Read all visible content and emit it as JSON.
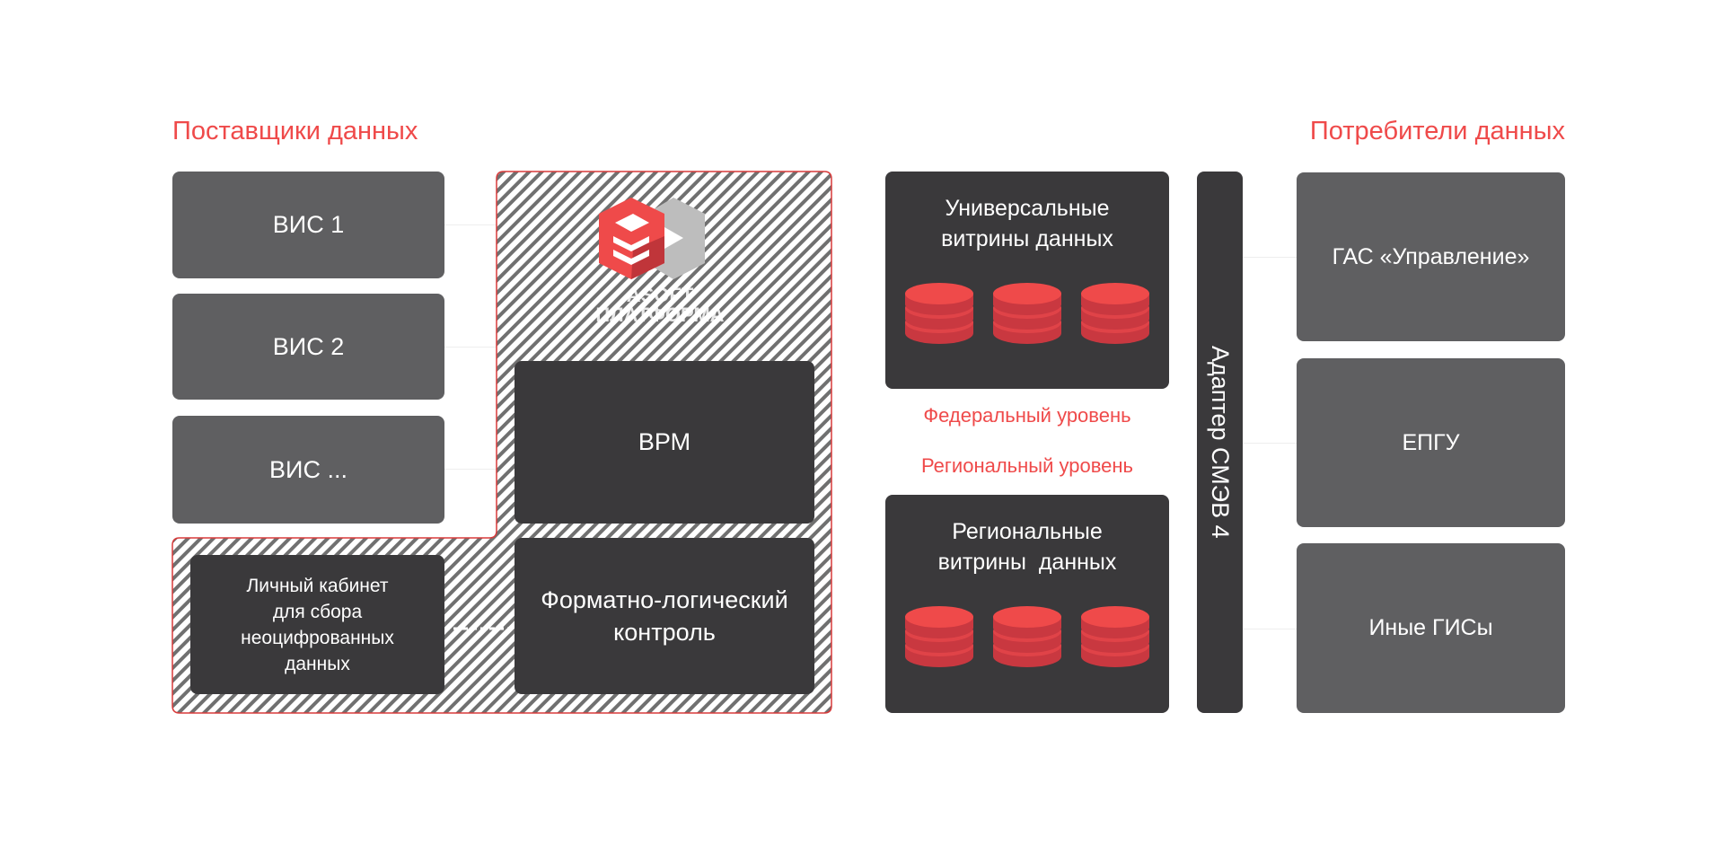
{
  "providers": {
    "title": "Поставщики данных",
    "items": [
      "ВИС 1",
      "ВИС 2",
      "ВИС ..."
    ]
  },
  "platform": {
    "logo_text": [
      "ASOFT",
      "ПЛАТФОРМА"
    ],
    "arm": "ВРМ",
    "flk": [
      "Форматно-логический",
      "контроль"
    ],
    "cabinet": [
      "Личный кабинет",
      "для сбора",
      "неоцифрованных",
      "данных"
    ]
  },
  "storefronts": {
    "universal": [
      "Универсальные",
      "витрины данных"
    ],
    "federal_label": "Федеральный уровень",
    "regional_label": "Региональный уровень",
    "regional": [
      "Региональные",
      "витрины  данных"
    ]
  },
  "adapter": "Адаптер СМЭВ 4",
  "consumers": {
    "title": "Потребители данных",
    "items": [
      "ГАС «Управление»",
      "ЕПГУ",
      "Иные ГИСы"
    ]
  },
  "colors": {
    "accent": "#ef4a4a",
    "light_box": "#5f5f61",
    "dark_box": "#3a393b"
  }
}
